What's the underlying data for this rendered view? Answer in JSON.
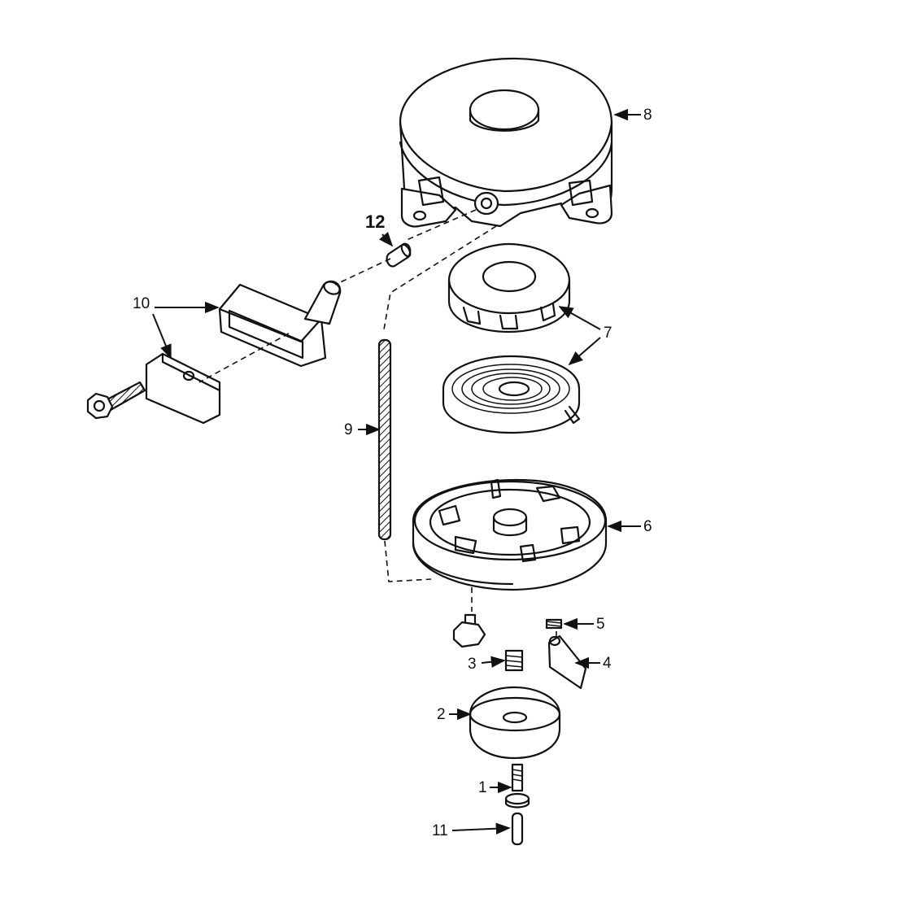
{
  "diagram": {
    "parts": [
      {
        "id": "part-1",
        "label": "1"
      },
      {
        "id": "part-2",
        "label": "2"
      },
      {
        "id": "part-3",
        "label": "3"
      },
      {
        "id": "part-4",
        "label": "4"
      },
      {
        "id": "part-5",
        "label": "5"
      },
      {
        "id": "part-6",
        "label": "6"
      },
      {
        "id": "part-7",
        "label": "7"
      },
      {
        "id": "part-8",
        "label": "8"
      },
      {
        "id": "part-9",
        "label": "9"
      },
      {
        "id": "part-10",
        "label": "10"
      },
      {
        "id": "part-11",
        "label": "11"
      },
      {
        "id": "part-12",
        "label": "12"
      }
    ]
  }
}
